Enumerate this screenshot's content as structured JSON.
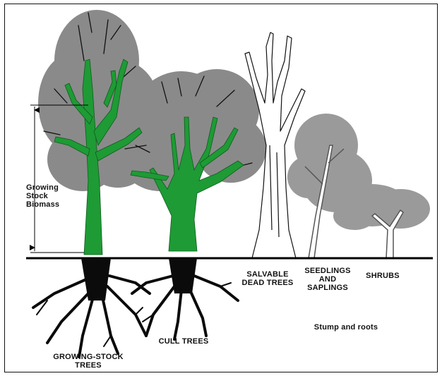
{
  "labels": {
    "growing_stock_biomass": [
      "Growing",
      "Stock",
      "Biomass"
    ],
    "growing_stock_trees": [
      "GROWING-STOCK",
      "TREES"
    ],
    "cull_trees": "CULL TREES",
    "salvable_dead_trees": [
      "SALVABLE",
      "DEAD TREES"
    ],
    "seedlings_saplings": [
      "SEEDLINGS",
      "AND",
      "SAPLINGS"
    ],
    "shrubs": "SHRUBS",
    "stump_roots": "Stump and roots"
  },
  "colors": {
    "foliage": "#8a8a8a",
    "stem_green": "#1e9b35",
    "roots": "#0b0b0b",
    "ground_line": "#000000",
    "dead_tree_fill": "#ffffff"
  }
}
